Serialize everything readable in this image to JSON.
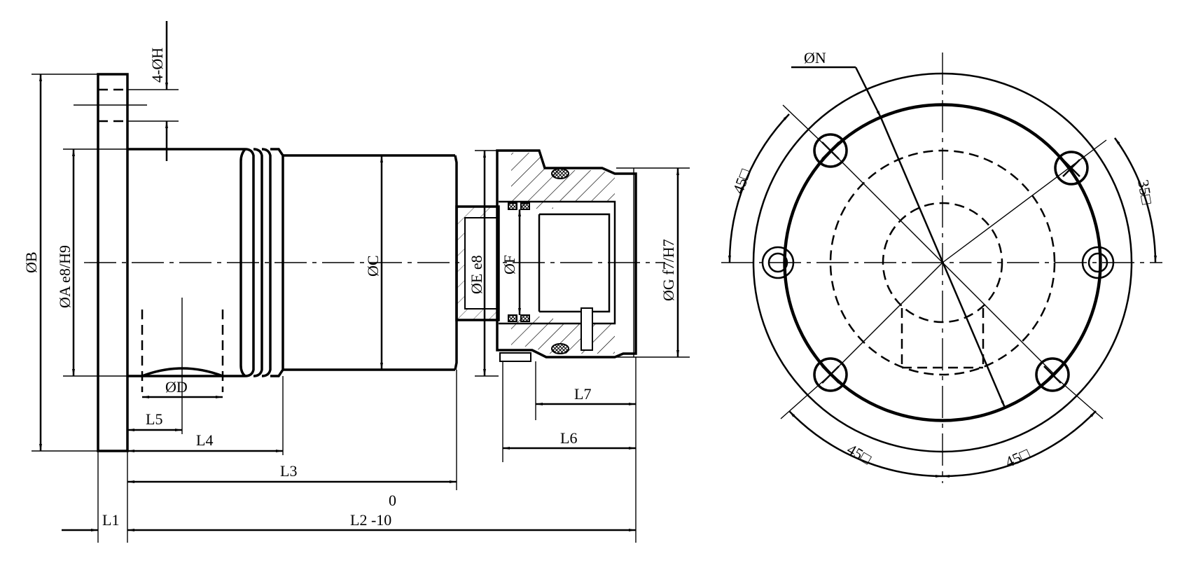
{
  "labels": {
    "phi_h": "4-ØH",
    "phi_b": "ØB",
    "phi_a": "ØA e8/H9",
    "phi_c": "ØC",
    "phi_d": "ØD",
    "phi_e": "ØE e8",
    "phi_f": "ØF",
    "phi_g": "ØG f7/H7",
    "phi_n": "ØN",
    "l1": "L1",
    "l2": "L2 -10",
    "l2_tol": "0",
    "l3": "L3",
    "l4": "L4",
    "l5": "L5",
    "l6": "L6",
    "l7": "L7",
    "ang_45_tl": "45□",
    "ang_35_tr": "35□",
    "ang_45_bl": "45□",
    "ang_45_br": "45□"
  }
}
